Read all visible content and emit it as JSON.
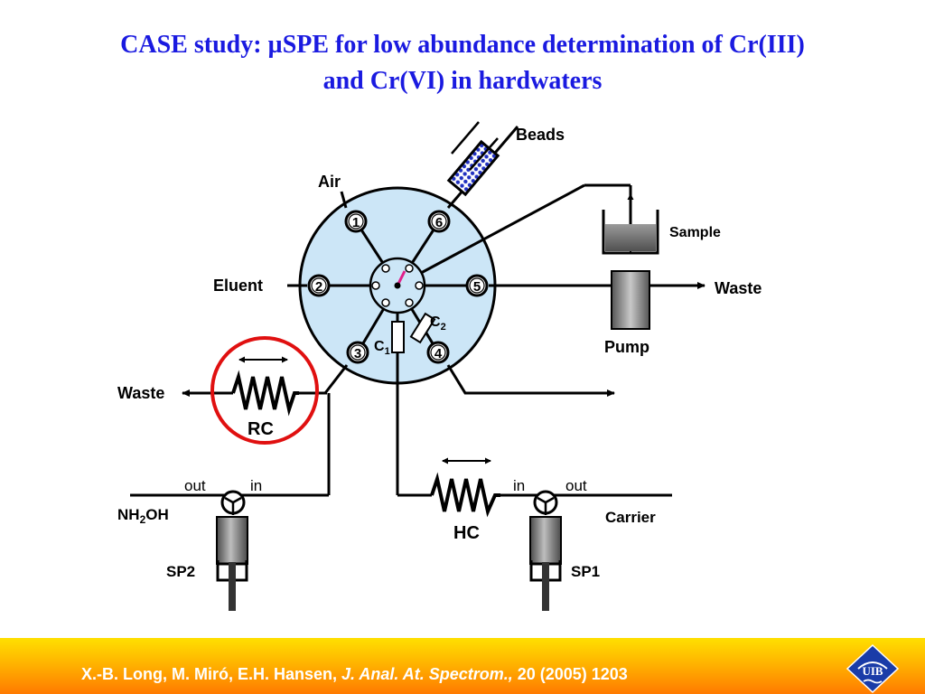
{
  "title": {
    "line1_prefix": "CASE study: ",
    "mu": "µ",
    "line1_rest": "SPE for low abundance determination of Cr(III)",
    "line2": "and Cr(VI) in hardwaters"
  },
  "labels": {
    "beads": "Beads",
    "air": "Air",
    "sample": "Sample",
    "eluent": "Eluent",
    "waste_right": "Waste",
    "pump": "Pump",
    "waste_left": "Waste",
    "rc": "RC",
    "c1": "C",
    "c1_sub": "1",
    "c2": "C",
    "c2_sub": "2",
    "out_left": "out",
    "in_left": "in",
    "in_right": "in",
    "out_right": "out",
    "nh2oh_a": "NH",
    "nh2oh_sub": "2",
    "nh2oh_b": "OH",
    "carrier": "Carrier",
    "hc": "HC",
    "sp2": "SP2",
    "sp1": "SP1"
  },
  "ports": [
    "1",
    "2",
    "3",
    "4",
    "5",
    "6"
  ],
  "footer": {
    "authors": "X.-B. Long, M. Miró, E.H. Hansen, ",
    "journal": "J. Anal. At. Spectrom.,",
    "ref": " 20 (2005) 1203",
    "logo_text": "UIB"
  },
  "colors": {
    "title": "#1a1ae0",
    "valve_fill": "#cce6f7",
    "highlight_circle": "#e01010",
    "beads": "#2030c0",
    "selector": "#e0208a"
  }
}
